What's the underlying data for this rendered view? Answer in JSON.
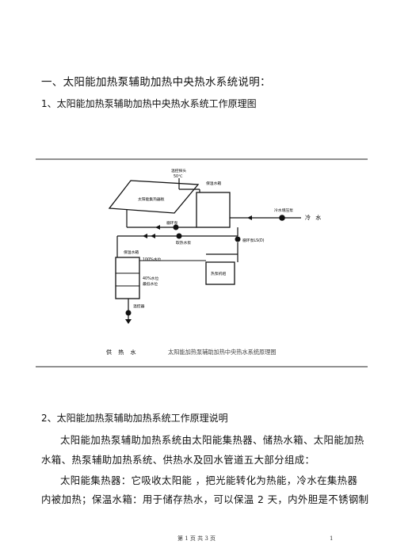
{
  "heading1": "一、太阳能加热泵辅助加热中央热水系统说明：",
  "heading2": "1、太阳能加热泵辅助加热中央热水系统工作原理图",
  "diagram": {
    "label_temp_probe": "温控探头",
    "label_temp_value": "50℃",
    "label_collector": "太阳能集热器板",
    "label_insulated_tank": "保温水箱",
    "label_booster_pump": "冷水增压泵",
    "label_cold_water": "冷 水",
    "label_circ_pump": "循环泵",
    "label_circ_pump2": "循环泵LS(D)",
    "label_heat_pump": "热泵机组",
    "label_heat_water_pump": "取热水泵",
    "label_storage_tank": "保温水箱",
    "label_level_100": "100%水位",
    "label_level_40a": "40%水位",
    "label_level_40b": "最低水位",
    "label_temp_ctrl": "温控器",
    "label_supply": "供 热 水",
    "caption": "太阳能加热泵辅助加热中央热水系统原理图"
  },
  "heading3": "2、太阳能加热泵辅助加热系统工作原理说明",
  "para1_line1": "太阳能加热泵辅助加热系统由太阳能集热器、储热水箱、太阳能加热",
  "para1_line2": "水箱、热泵辅助加热系统、供热水及回水管道五大部分组成：",
  "para2_line1": "太阳能集热器：它吸收太阳能 ，把光能转化为热能，冷水在集热器",
  "para2_line2": "内被加热；保温水箱：用于储存热水，可以保温 2 天，内外胆是不锈钢制",
  "footer_text": "第 1 页 共 3 页",
  "page_number": "1"
}
